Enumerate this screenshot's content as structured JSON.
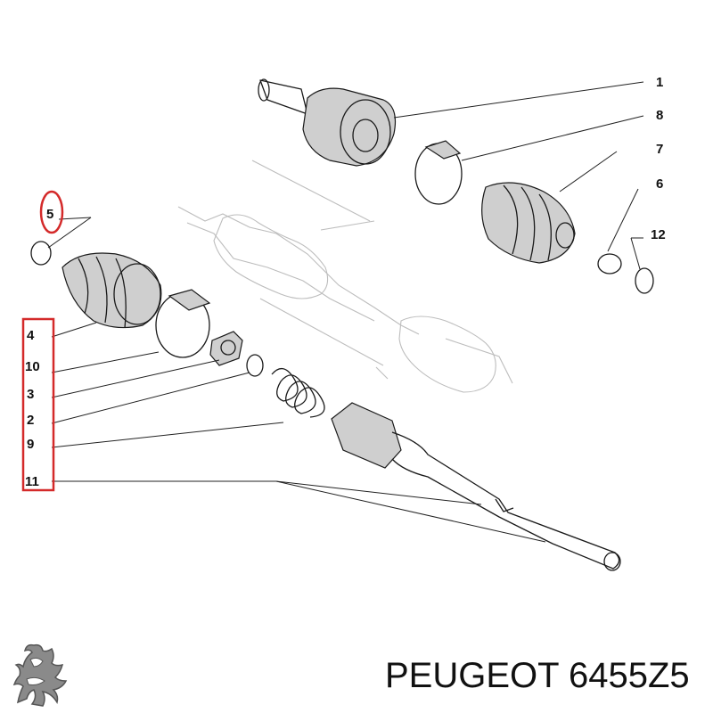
{
  "diagram": {
    "callouts_right": [
      {
        "id": "c1",
        "text": "1"
      },
      {
        "id": "c8",
        "text": "8"
      },
      {
        "id": "c7",
        "text": "7"
      },
      {
        "id": "c6",
        "text": "6"
      },
      {
        "id": "c12",
        "text": "12"
      }
    ],
    "callouts_left": [
      {
        "id": "c5",
        "text": "5"
      },
      {
        "id": "c4",
        "text": "4"
      },
      {
        "id": "c10",
        "text": "10"
      },
      {
        "id": "c3",
        "text": "3"
      },
      {
        "id": "c2",
        "text": "2"
      },
      {
        "id": "c9",
        "text": "9"
      },
      {
        "id": "c11",
        "text": "11"
      }
    ],
    "highlight_color": "#d42a2a",
    "highlighted_part": "5"
  },
  "footer": {
    "brand": "PEUGEOT",
    "part_number": "6455Z5",
    "logo": "peugeot-lion-logo"
  }
}
